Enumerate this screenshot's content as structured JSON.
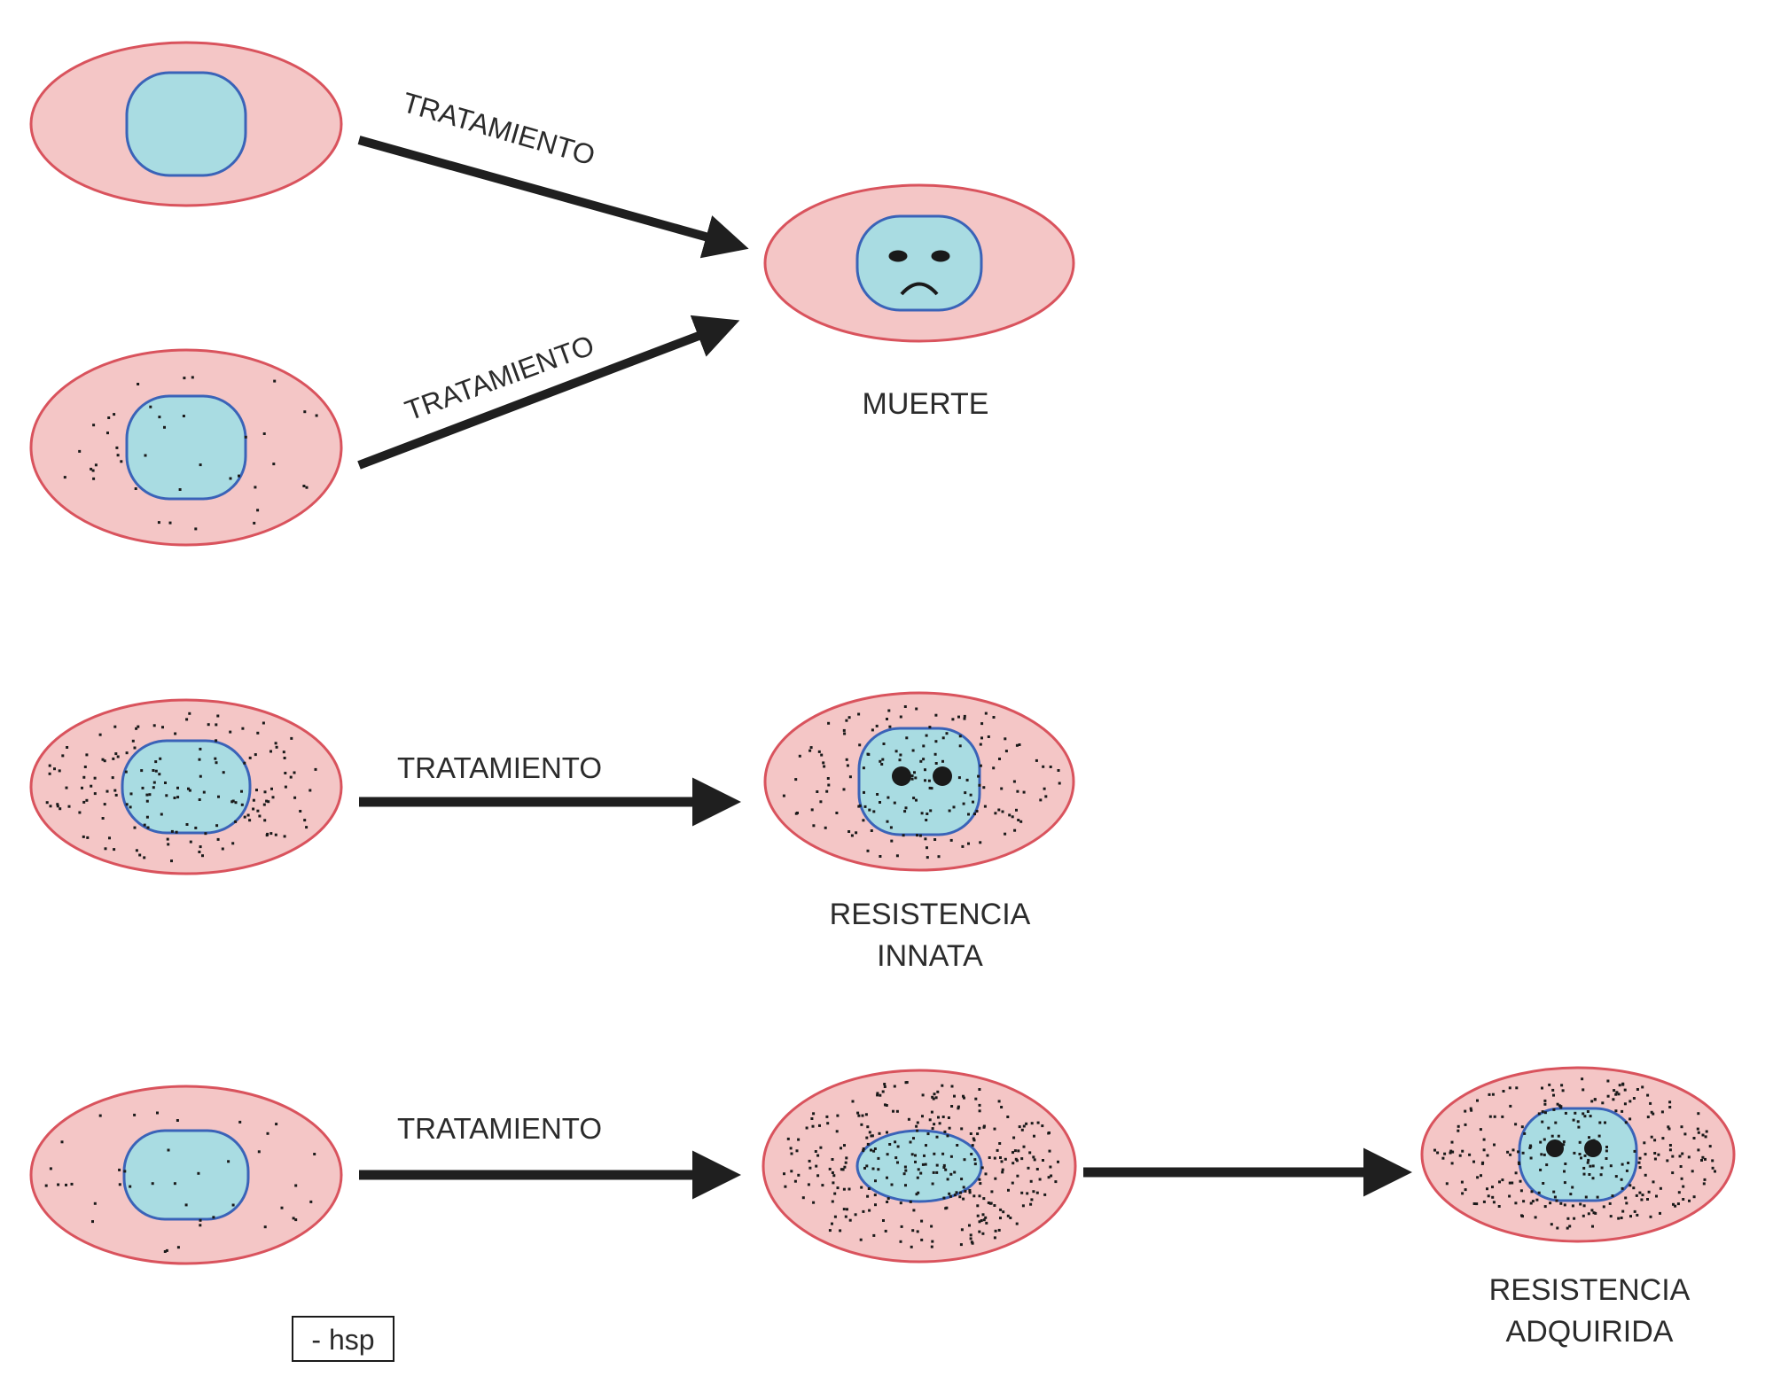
{
  "labels": {
    "treatment": "TRATAMIENTO",
    "death": "MUERTE",
    "innate_line1": "RESISTENCIA",
    "innate_line2": "INNATA",
    "acquired_line1": "RESISTENCIA",
    "acquired_line2": "ADQUIRIDA",
    "legend": "- hsp"
  },
  "colors": {
    "cytoplasm": "#f4c6c6",
    "membrane": "#d9535d",
    "nucleus": "#a9dce2",
    "nucleus_border": "#3a63b8",
    "arrow": "#1f1f1f",
    "dots": "#1a1a1a"
  },
  "cells": [
    {
      "id": "cell-row1-a",
      "hsp_level": "none",
      "state": "normal"
    },
    {
      "id": "cell-row2-a",
      "hsp_level": "low",
      "state": "normal"
    },
    {
      "id": "cell-death",
      "hsp_level": "none",
      "state": "dead"
    },
    {
      "id": "cell-row3-a",
      "hsp_level": "high",
      "state": "normal"
    },
    {
      "id": "cell-innate",
      "hsp_level": "high",
      "state": "surviving"
    },
    {
      "id": "cell-row4-a",
      "hsp_level": "low",
      "state": "normal"
    },
    {
      "id": "cell-row4-b",
      "hsp_level": "very-high",
      "state": "normal"
    },
    {
      "id": "cell-acquired",
      "hsp_level": "very-high",
      "state": "surviving"
    }
  ]
}
